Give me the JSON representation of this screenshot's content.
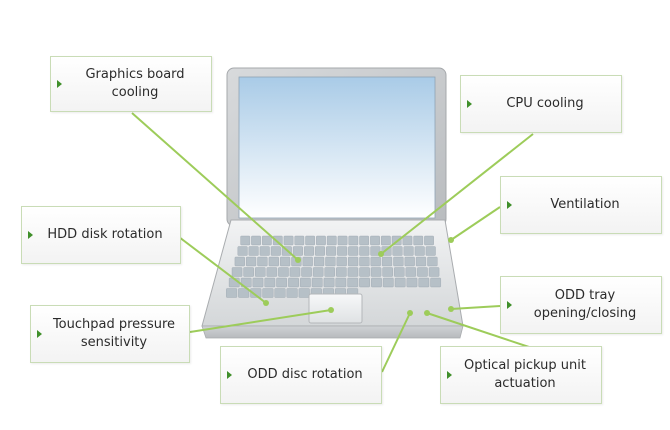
{
  "labels": {
    "graphics": "Graphics board\ncooling",
    "cpu": "CPU cooling",
    "hdd": "HDD disk rotation",
    "ventilation": "Ventilation",
    "touchpad": "Touchpad pressure\nsensitivity",
    "odd_tray": "ODD tray\nopening/closing",
    "odd_disc": "ODD disc rotation",
    "optical_pickup": "Optical pickup unit\nactuation"
  },
  "colors": {
    "connector_line": "#9dcc5a",
    "marker": "#3f8f2a",
    "box_border": "#c9dcb6",
    "screen_top": "#a9cbe7",
    "screen_bottom": "#ffffff",
    "laptop_body": "#e3e5e6"
  }
}
